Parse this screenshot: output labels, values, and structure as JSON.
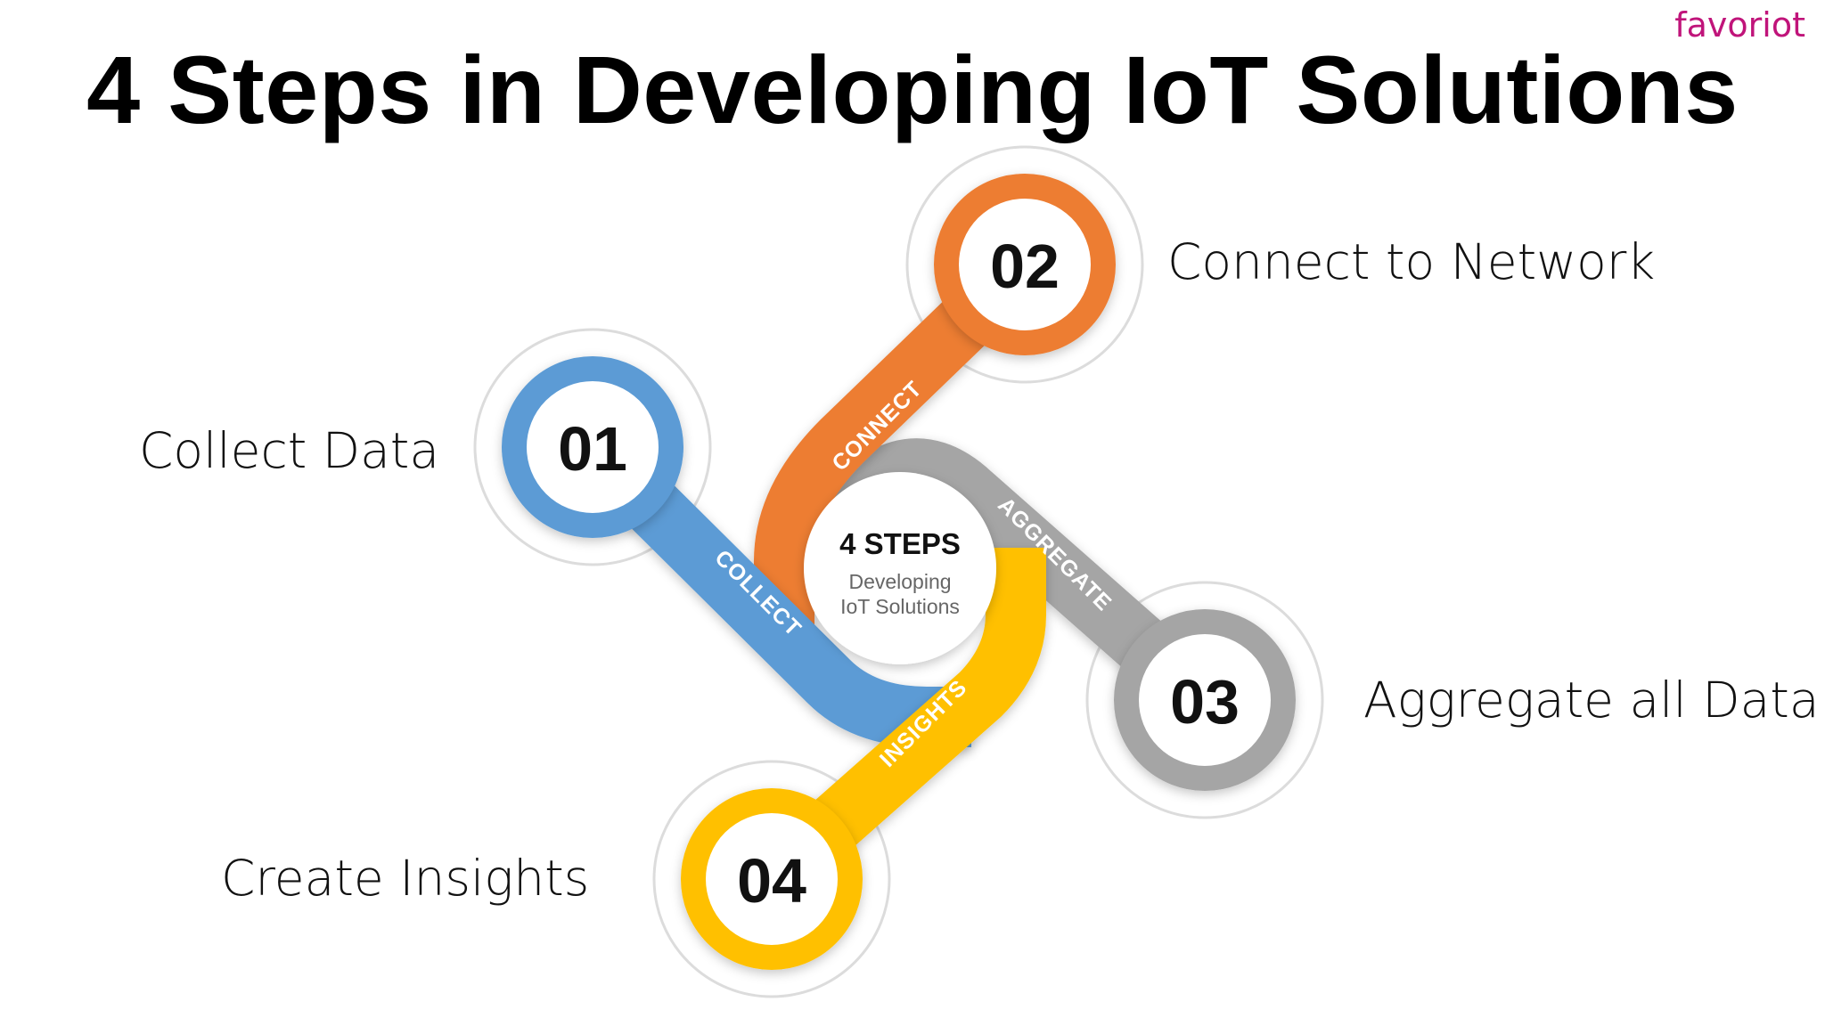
{
  "title": "4 Steps in Developing IoT Solutions",
  "brand": "favoriot",
  "center": {
    "heading": "4 STEPS",
    "line1": "Developing",
    "line2": "IoT Solutions"
  },
  "steps": [
    {
      "number": "01",
      "tag": "COLLECT",
      "label": "Collect Data",
      "color": "#5b9bd5"
    },
    {
      "number": "02",
      "tag": "CONNECT",
      "label": "Connect to Network",
      "color": "#ed7d31"
    },
    {
      "number": "03",
      "tag": "AGGREGATE",
      "label": "Aggregate all Data",
      "color": "#a5a5a5"
    },
    {
      "number": "04",
      "tag": "INSIGHTS",
      "label": "Create Insights",
      "color": "#ffc000"
    }
  ]
}
